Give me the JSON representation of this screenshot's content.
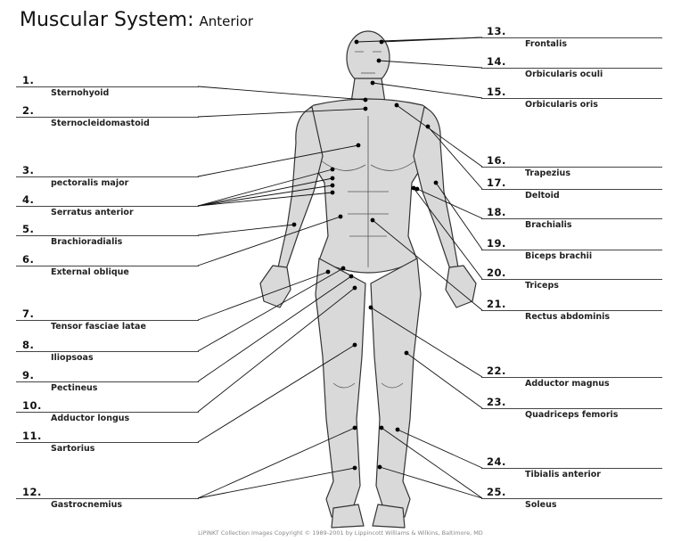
{
  "title": "Muscular System:",
  "subtitle": "Anterior",
  "credit": "LiPiNKT Collection Images Copyright © 1989-2001 by Lippincott Williams & Wilkins, Baltimore, MD",
  "left_labels": [
    {
      "num": "1.",
      "term": "Sternohyoid"
    },
    {
      "num": "2.",
      "term": "Sternocleidomastoid"
    },
    {
      "num": "3.",
      "term": "pectoralis major"
    },
    {
      "num": "4.",
      "term": "Serratus anterior"
    },
    {
      "num": "5.",
      "term": "Brachioradialis"
    },
    {
      "num": "6.",
      "term": "External oblique"
    },
    {
      "num": "7.",
      "term": "Tensor fasciae latae"
    },
    {
      "num": "8.",
      "term": "Iliopsoas"
    },
    {
      "num": "9.",
      "term": "Pectineus"
    },
    {
      "num": "10.",
      "term": "Adductor longus"
    },
    {
      "num": "11.",
      "term": "Sartorius"
    },
    {
      "num": "12.",
      "term": "Gastrocnemius"
    }
  ],
  "right_labels": [
    {
      "num": "13.",
      "term": "Frontalis"
    },
    {
      "num": "14.",
      "term": "Orbicularis oculi"
    },
    {
      "num": "15.",
      "term": "Orbicularis oris"
    },
    {
      "num": "16.",
      "term": "Trapezius"
    },
    {
      "num": "17.",
      "term": "Deltoid"
    },
    {
      "num": "18.",
      "term": "Brachialis"
    },
    {
      "num": "19.",
      "term": "Biceps brachii"
    },
    {
      "num": "20.",
      "term": "Triceps"
    },
    {
      "num": "21.",
      "term": "Rectus abdominis"
    },
    {
      "num": "22.",
      "term": "Adductor magnus"
    },
    {
      "num": "23.",
      "term": "Quadriceps femoris"
    },
    {
      "num": "24.",
      "term": "Tibialis anterior"
    },
    {
      "num": "25.",
      "term": "Soleus"
    }
  ],
  "colors": {
    "muscle": "#d9d9d9",
    "outline": "#333333",
    "leader": "#111111"
  }
}
